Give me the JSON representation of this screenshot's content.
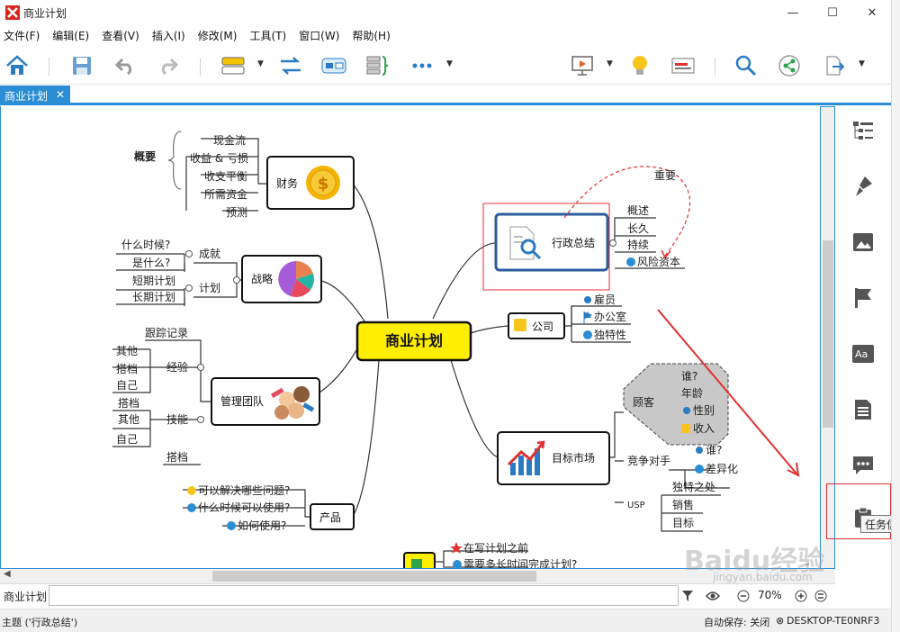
{
  "window": {
    "title": "商业计划",
    "controls": [
      "—",
      "☐",
      "✕"
    ]
  },
  "menu": [
    "文件(F)",
    "编辑(E)",
    "查看(V)",
    "插入(I)",
    "修改(M)",
    "工具(T)",
    "窗口(W)",
    "帮助(H)"
  ],
  "doc_tab": {
    "label": "商业计划",
    "close": "✕"
  },
  "mindmap": {
    "central": "商业计划",
    "finance": {
      "title": "财务",
      "summary": "概要",
      "items": [
        "现金流",
        "收益 & 亏损",
        "收支平衡",
        "所需资金",
        "预测"
      ]
    },
    "strategy": {
      "title": "战略",
      "achieve": "成就",
      "achieve_items": [
        "什么时候?",
        "是什么?"
      ],
      "plan": "计划",
      "plan_items": [
        "短期计划",
        "长期计划"
      ]
    },
    "team": {
      "title": "管理团队",
      "track": "跟踪记录",
      "experience": "经验",
      "experience_items": [
        "其他",
        "搭档",
        "自己"
      ],
      "skills": "技能",
      "skills_items": [
        "搭档",
        "其他",
        "自己"
      ],
      "partner": "搭档"
    },
    "product": {
      "title": "产品",
      "items": [
        "可以解决哪些问题?",
        "什么时候可以使用?",
        "如何使用?"
      ]
    },
    "admin": {
      "title": "行政总结",
      "relation": "重要",
      "items": [
        "概述",
        "长久",
        "持续",
        "风险资本"
      ]
    },
    "company": {
      "title": "公司",
      "items": [
        "雇员",
        "办公室",
        "独特性"
      ]
    },
    "market": {
      "title": "目标市场",
      "customer": "顾客",
      "customer_items": [
        "谁?",
        "年龄",
        "性别",
        "收入"
      ],
      "competitor": "竞争对手",
      "competitor_items": [
        "谁?",
        "差异化"
      ],
      "usp": "USP",
      "usp_items": [
        "独特之处",
        "销售",
        "目标"
      ]
    },
    "bottom": {
      "items": [
        "在写计划之前",
        "需要多长时间完成计划?"
      ]
    }
  },
  "filter_bar": {
    "label": "商业计划",
    "zoom": "70%"
  },
  "status": {
    "topic": "主题 ('行政总结')",
    "autosave": "自动保存: 关闭",
    "computer": "DESKTOP-TE0NRF3"
  },
  "tooltip": "任务信息",
  "watermark": {
    "brand": "Baidu经验",
    "sub": "jingyan.baidu.com"
  },
  "colors": {
    "accent": "#2b8ed4",
    "central_fill": "#ffee00",
    "highlight_red": "#e03030",
    "node_border": "#111111"
  },
  "icons": {
    "toolbar": [
      "home-icon",
      "save-icon",
      "undo-icon",
      "redo-icon",
      "topic-icon",
      "relationship-icon",
      "boundary-icon",
      "summary-icon",
      "more-icon",
      "presentation-icon",
      "idea-icon",
      "notes-icon",
      "search-icon",
      "share-icon",
      "export-icon"
    ],
    "right_panel": [
      "outline-icon",
      "format-icon",
      "image-icon",
      "marker-icon",
      "text-icon",
      "notes-icon",
      "comment-icon",
      "task-icon"
    ]
  }
}
